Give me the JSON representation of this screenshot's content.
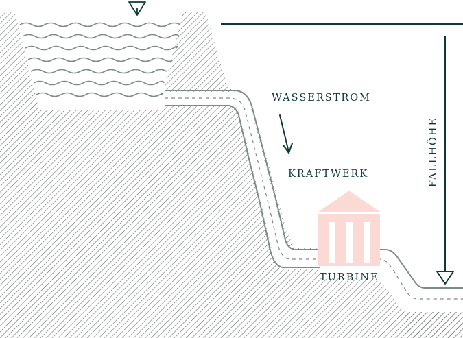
{
  "labels": {
    "water_flow": "WASSERSTROM",
    "power_plant": "KRAFTWERK",
    "turbine": "TURBINE",
    "head_height": "FALLHÖHE"
  },
  "colors": {
    "ink": "#0e3a33",
    "pipe": "#7f8a86",
    "waves": "#7f8a86",
    "hatch": "#5e6664",
    "plant": "#fbd9d4"
  },
  "icons": {
    "water_level": "water-level-triangle-icon",
    "head_arrow": "arrow-down-icon"
  }
}
